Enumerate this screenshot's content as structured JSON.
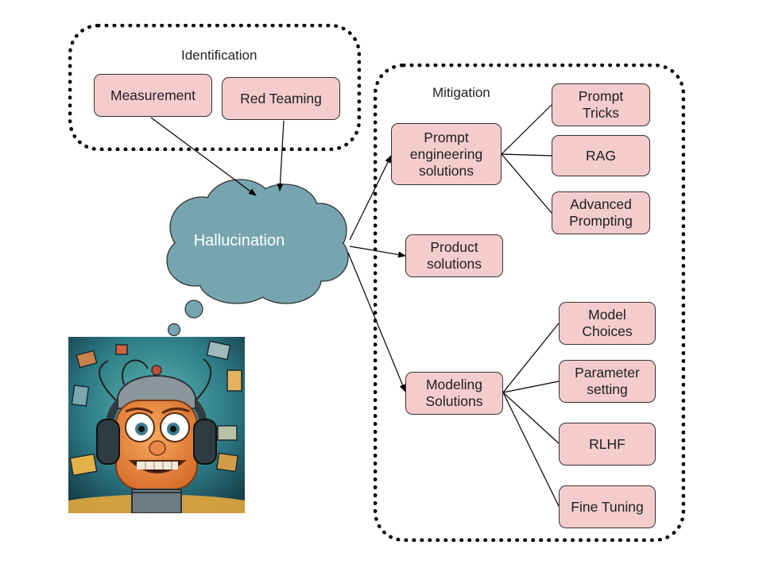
{
  "groups": {
    "identification": {
      "label": "Identification"
    },
    "mitigation": {
      "label": "Mitigation"
    }
  },
  "nodes": {
    "measurement": "Measurement",
    "red_teaming": "Red Teaming",
    "hallucination": "Hallucination",
    "prompt_engineering": "Prompt\nengineering\nsolutions",
    "product_solutions": "Product\nsolutions",
    "modeling_solutions": "Modeling\nSolutions",
    "prompt_tricks": "Prompt\nTricks",
    "rag": "RAG",
    "advanced_prompting": "Advanced\nPrompting",
    "model_choices": "Model\nChoices",
    "parameter_setting": "Parameter\nsetting",
    "rlhf": "RLHF",
    "fine_tuning": "Fine Tuning"
  },
  "colors": {
    "node_fill": "#f4cccc",
    "cloud_fill": "#76a5af",
    "edge": "#000000"
  }
}
